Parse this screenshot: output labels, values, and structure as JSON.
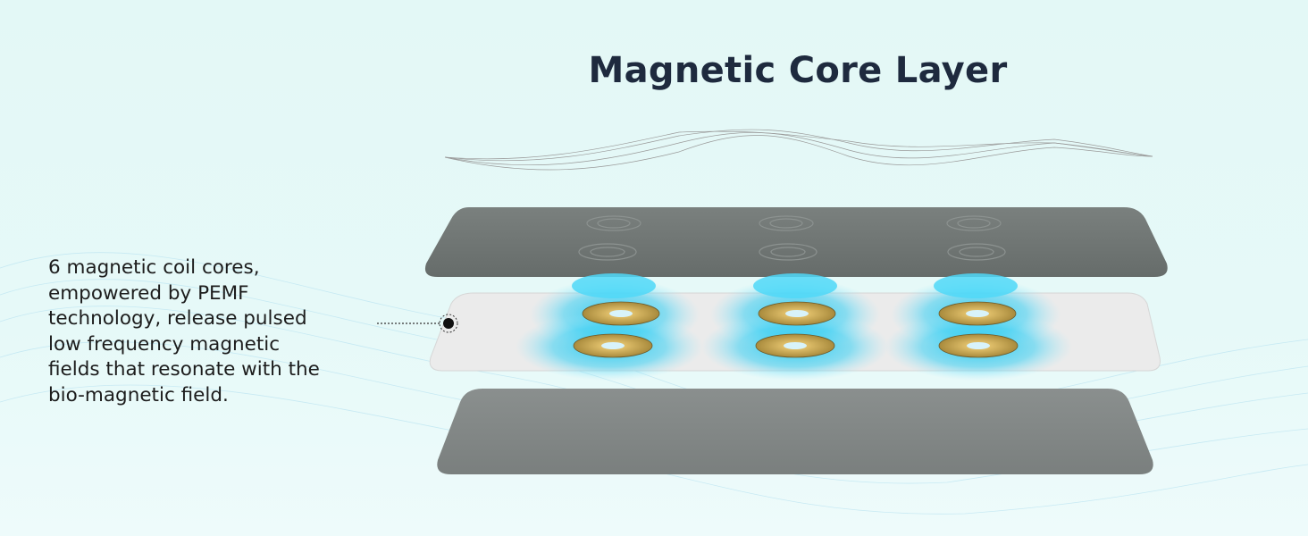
{
  "title": "Magnetic Core Layer",
  "description_lines": [
    "6 magnetic coil cores,",
    "empowered by PEMF",
    "technology, release pulsed",
    "low frequency magnetic",
    "fields that resonate with the",
    "bio-magnetic field."
  ],
  "colors": {
    "title": "#1e2a3e",
    "plate": "#6f7573",
    "glow": "#1fc8f0",
    "coil": "#c9a24a"
  },
  "coil_count": 6
}
